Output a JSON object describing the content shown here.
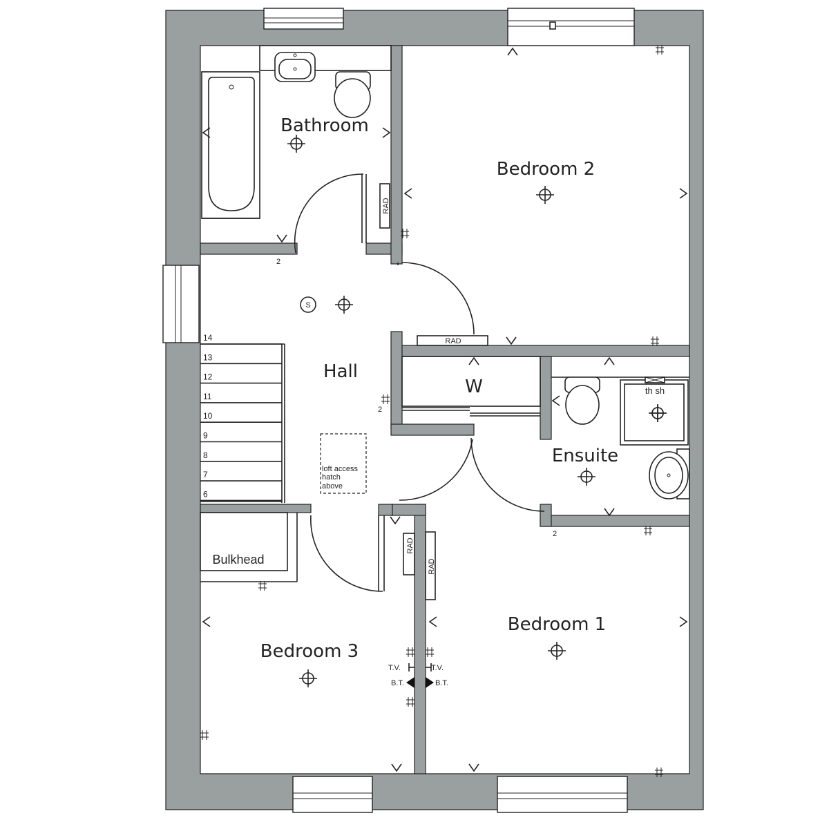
{
  "rooms": {
    "bathroom": "Bathroom",
    "bedroom2": "Bedroom 2",
    "hall": "Hall",
    "wardrobe": "W",
    "ensuite": "Ensuite",
    "bedroom1": "Bedroom 1",
    "bedroom3": "Bedroom 3",
    "bulkhead": "Bulkhead"
  },
  "hall_notes": {
    "smoke": "S",
    "loft_line1": "loft access",
    "loft_line2": "hatch",
    "loft_line3": "above"
  },
  "stairs": [
    "14",
    "13",
    "12",
    "11",
    "10",
    "9",
    "8",
    "7",
    "6"
  ],
  "radiators": {
    "bathroom": "RAD",
    "hall": "RAD",
    "bedroom3": "RAD",
    "bedroom1": "RAD"
  },
  "ensuite_shower": "th sh",
  "sockets": {
    "tv_left": "T.V.",
    "tv_right": "T.V.",
    "bt_left": "B.T.",
    "bt_right": "B.T."
  },
  "switch_counts": {
    "bathroom_door": "2",
    "hall_west": "2",
    "ensuite_door": "2"
  },
  "colors": {
    "wall": "#9aa0a0",
    "line": "#222222",
    "background": "#ffffff"
  }
}
